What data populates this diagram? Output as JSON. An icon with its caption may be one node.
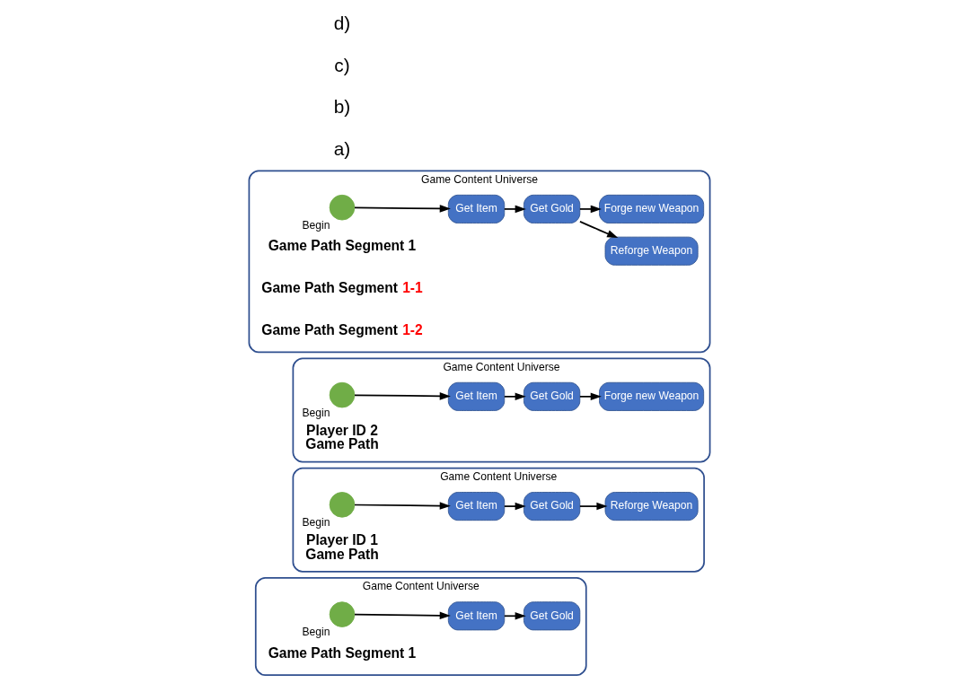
{
  "diagram": {
    "nodes": [
      {
        "text": [
          "Game Content Universe"
        ]
      },
      {
        "text": [],
        "shape": "circle",
        "in": 0,
        "beside": [
          "Begin"
        ]
      },
      {
        "text": [
          "Get Item"
        ],
        "in": 0
      },
      {
        "text": [
          "Get Gold"
        ],
        "in": 0
      },
      {
        "text": [
          "Game Content Universe"
        ]
      },
      {
        "text": [],
        "shape": "circle",
        "in": 4,
        "beside": [
          "Begin"
        ]
      },
      {
        "text": [
          "Get Item"
        ],
        "in": 4
      },
      {
        "text": [
          "Get Gold"
        ],
        "in": 4
      },
      {
        "text": [
          "Reforge Weapon"
        ],
        "in": 4
      },
      {
        "text": [
          "Game Content Universe"
        ]
      },
      {
        "text": [],
        "shape": "circle",
        "in": 9,
        "beside": [
          "Begin"
        ]
      },
      {
        "text": [
          "Get Item"
        ],
        "in": 9
      },
      {
        "text": [
          "Get Gold"
        ],
        "in": 9
      },
      {
        "text": [
          "Forge new Weapon"
        ],
        "in": 9
      },
      {
        "text": [
          "Game Content Universe"
        ]
      },
      {
        "text": [],
        "shape": "circle",
        "in": 14,
        "beside": [
          "Begin"
        ]
      },
      {
        "text": [
          "Get Item"
        ],
        "in": 14
      },
      {
        "text": [
          "Get Gold"
        ],
        "in": 14
      },
      {
        "text": [
          "Reforge Weapon"
        ],
        "in": 14
      },
      {
        "text": [
          "Forge new Weapon"
        ],
        "in": 14
      }
    ],
    "edges": [
      {
        "from": 1,
        "to": 2,
        "arrow": "to"
      },
      {
        "from": 2,
        "to": 3,
        "arrow": "to"
      },
      {
        "from": 5,
        "to": 6,
        "arrow": "to"
      },
      {
        "from": 6,
        "to": 7,
        "arrow": "to"
      },
      {
        "from": 7,
        "to": 8,
        "arrow": "to"
      },
      {
        "from": 10,
        "to": 11,
        "arrow": "to"
      },
      {
        "from": 11,
        "to": 12,
        "arrow": "to"
      },
      {
        "from": 12,
        "to": 13,
        "arrow": "to"
      },
      {
        "from": 15,
        "to": 16,
        "arrow": "to"
      },
      {
        "from": 16,
        "to": 17,
        "arrow": "to"
      },
      {
        "from": 17,
        "to": 18,
        "arrow": "to"
      },
      {
        "from": 17,
        "to": 19,
        "arrow": "to"
      }
    ],
    "labels": [
      "a)",
      "Game Path Segment 1",
      "b)",
      "Player ID 1 Game Path",
      "c)",
      "Player ID 2 Game Path",
      "d)",
      "Game Path Segment 1",
      "Game Path Segment 1-1",
      "Game Path Segment 1-2"
    ]
  }
}
